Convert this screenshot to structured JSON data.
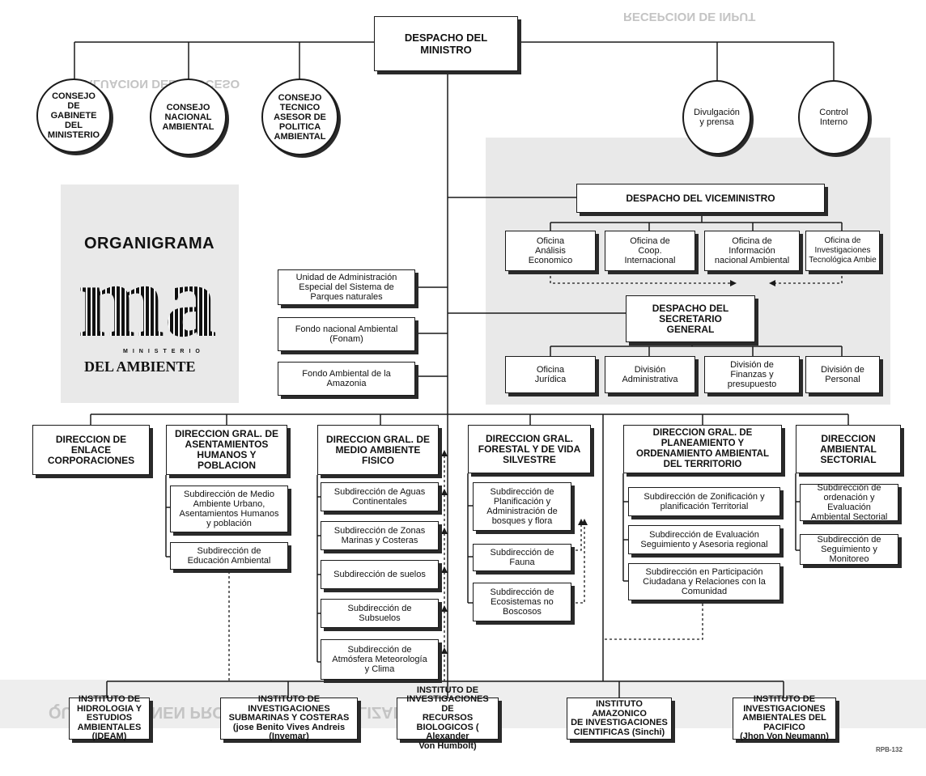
{
  "logo": {
    "title": "ORGANIGRAMA",
    "mark": "ma",
    "subtitle": "MINISTERIO",
    "name": "DEL AMBIENTE"
  },
  "top": {
    "minister": "DESPACHO DEL\nMINISTRO",
    "councils": [
      "CONSEJO\nDE\nGABINETE\nDEL\nMINISTERIO",
      "CONSEJO\nNACIONAL\nAMBIENTAL",
      "CONSEJO\nTECNICO\nASESOR DE\nPOLITICA\nAMBIENTAL"
    ],
    "support": [
      "Divulgación\ny prensa",
      "Control\nInterno"
    ]
  },
  "special_units": [
    "Unidad de Administración\nEspecial del Sistema de\nParques naturales",
    "Fondo nacional Ambiental\n(Fonam)",
    "Fondo Ambiental de la\nAmazonia"
  ],
  "vice": {
    "title": "DESPACHO DEL VICEMINISTRO",
    "offices": [
      "Oficina\nAnálisis\nEconomico",
      "Oficina de\nCoop.\nInternacional",
      "Oficina de\nInformación\nnacional Ambiental",
      "Oficina de\nInvestigaciones\nTecnológica Ambie"
    ]
  },
  "secretary": {
    "title": "DESPACHO DEL\nSECRETARIO\nGENERAL",
    "divisions": [
      "Oficina\nJurídica",
      "División\nAdministrativa",
      "División de\nFinanzas y\npresupuesto",
      "División de\nPersonal"
    ]
  },
  "directions": [
    {
      "title": "DIRECCION DE\nENLACE\nCORPORACIONES",
      "subs": []
    },
    {
      "title": "DIRECCION GRAL. DE\nASENTAMIENTOS\nHUMANOS Y\nPOBLACION",
      "subs": [
        "Subdirección de Medio\nAmbiente Urbano,\nAsentamientos Humanos\ny población",
        "Subdirección de\nEducación Ambiental"
      ]
    },
    {
      "title": "DIRECCION GRAL. DE\nMEDIO AMBIENTE\nFISICO",
      "subs": [
        "Subdirección de Aguas\nContinentales",
        "Subdirección de Zonas\nMarinas y Costeras",
        "Subdirección de suelos",
        "Subdirección de\nSubsuelos",
        "Subdirección de\nAtmósfera Meteorología\ny Clima"
      ]
    },
    {
      "title": "DIRECCION GRAL.\nFORESTAL Y DE VIDA\nSILVESTRE",
      "subs": [
        "Subdirección de\nPlanificación y\nAdministración de\nbosques y flora",
        "Subdirección de\nFauna",
        "Subdirección de\nEcosistemas no\nBoscosos"
      ]
    },
    {
      "title": "DIRECCION GRAL. DE\nPLANEAMIENTO Y\nORDENAMIENTO AMBIENTAL\nDEL TERRITORIO",
      "subs": [
        "Subdirección de Zonificación y\nplanificación Territorial",
        "Subdirección de Evaluación\nSeguimiento y Asesoria regional",
        "Subdirección en Participación\nCiudadana y Relaciones con la\nComunidad"
      ]
    },
    {
      "title": "DIRECCION\nAMBIENTAL\nSECTORIAL",
      "subs": [
        "Subdirección de\nordenación y Evaluación\nAmbiental Sectorial",
        "Subdirección de\nSeguimiento y Monitoreo"
      ]
    }
  ],
  "institutes": [
    "INSTITUTO DE\nHIDROLOGIA Y\nESTUDIOS\nAMBIENTALES (IDEAM)",
    "INSTITUTO DE\nINVESTIGACIONES\nSUBMARINAS Y COSTERAS\n(jose Benito Vives Andreis\n(Invemar)",
    "INSTITUTO DE\nINVESTIGACIONES DE\nRECURSOS\nBIOLOGICOS ( Alexander\nVon Humbolt)",
    "INSTITUTO AMAZONICO\nDE INVESTIGACIONES\nCIENTIFICAS (Sinchi)",
    "INSTITUTO DE\nINVESTIGACIONES\nAMBIENTALES DEL\nPACIFICO\n(Jhon Von Neumann)"
  ],
  "ref_code": "RPB-132",
  "colors": {
    "line": "#1a1a1a",
    "box_bg": "#ffffff",
    "shadow": "#2a2a2a",
    "bleed": "#cfcfcf"
  }
}
